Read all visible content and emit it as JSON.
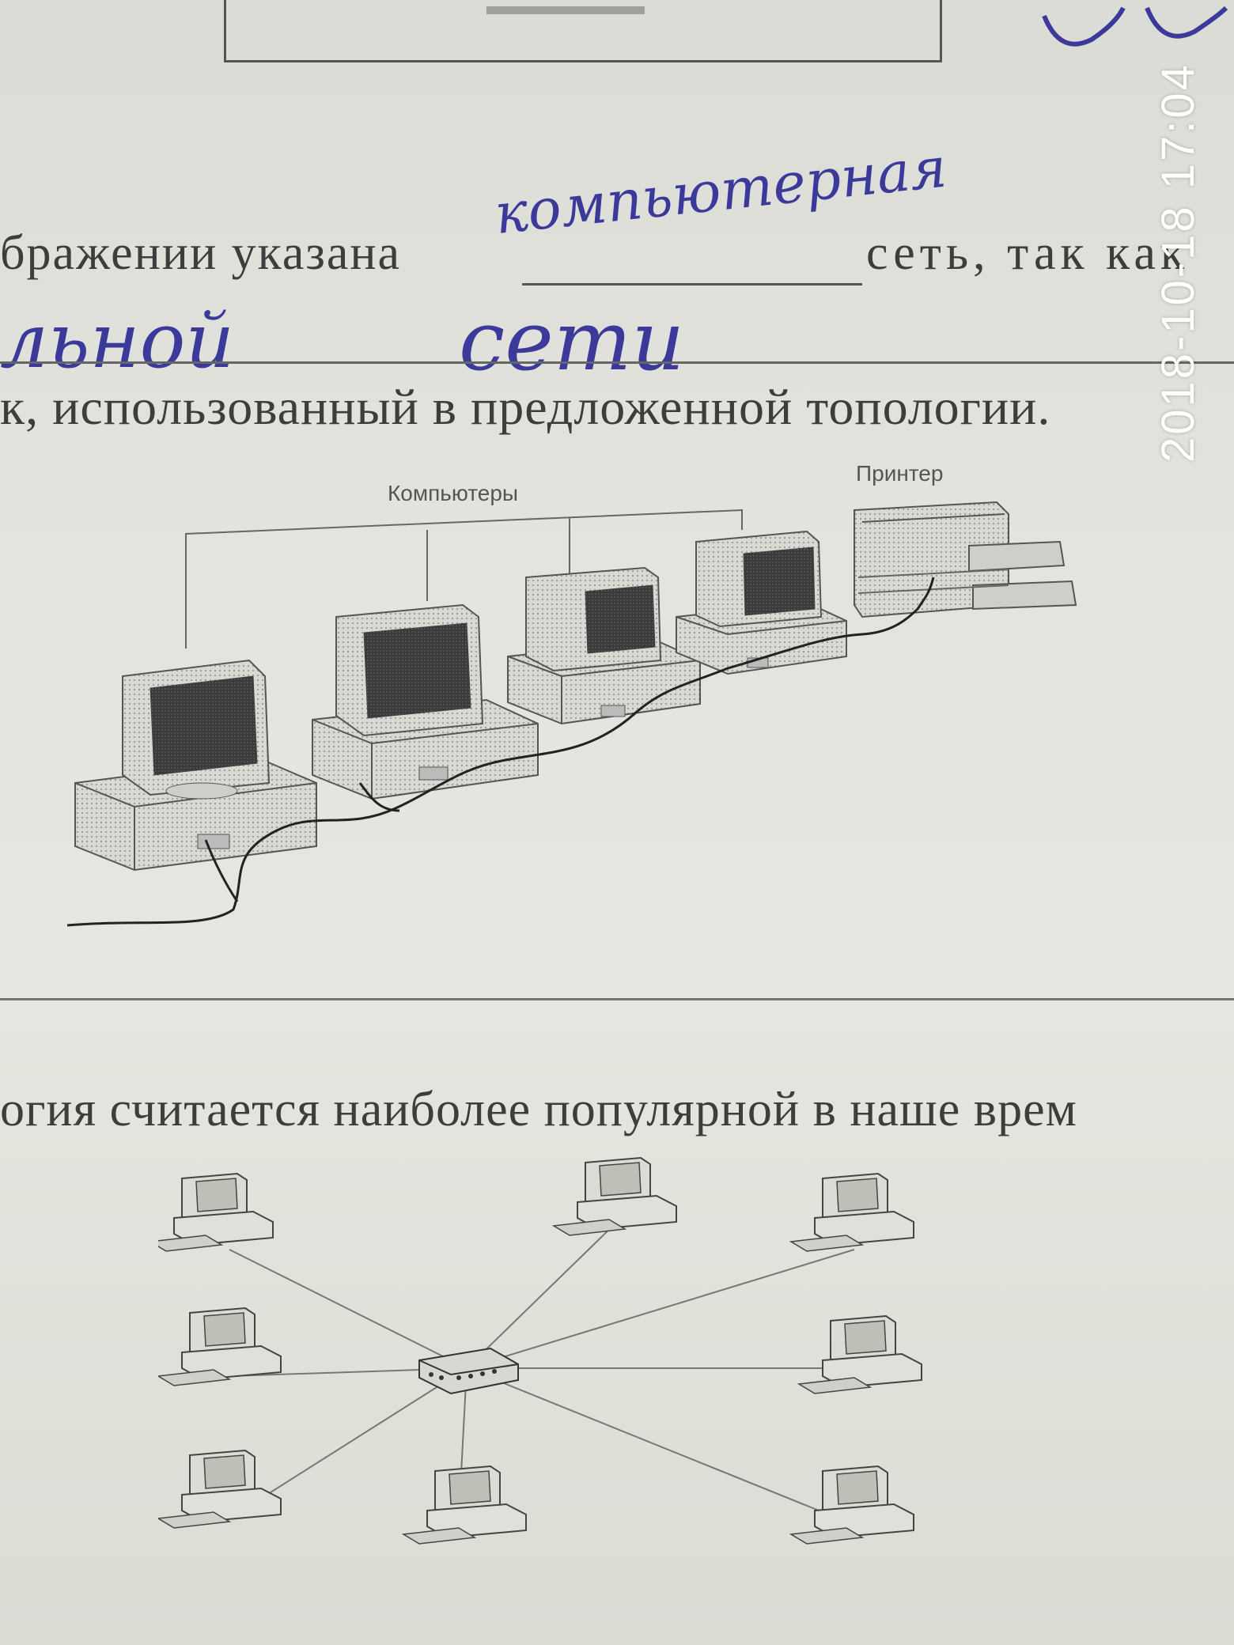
{
  "line1": {
    "printed_start": "бражении указана",
    "handwritten_answer": "компьютерная",
    "printed_end": "сеть, так как"
  },
  "line2": {
    "handwritten_a": "льной",
    "handwritten_b": "сети"
  },
  "question2": "к, использованный в предложенной топологии.",
  "bus_diagram": {
    "computers_label": "Компьютеры",
    "printer_label": "Принтер"
  },
  "question3": "огия считается наиболее популярной в наше врем",
  "timestamp": "2018-10-18 17:04",
  "colors": {
    "ink": "#3b3a9a",
    "print": "#3d3d3d",
    "paper": "#e2e2dc"
  }
}
